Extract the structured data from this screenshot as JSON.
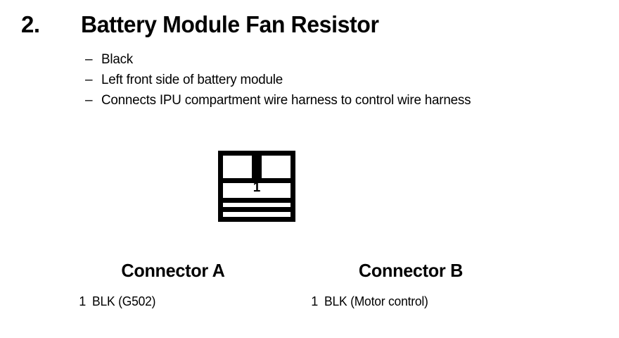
{
  "item": {
    "number": "2.",
    "title": "Battery Module Fan Resistor"
  },
  "bullets": [
    {
      "dash": "–",
      "text": "Black"
    },
    {
      "dash": "–",
      "text": "Left front side of battery module"
    },
    {
      "dash": "–",
      "text": "Connects IPU compartment wire harness to control wire harness"
    }
  ],
  "symbol": {
    "name": "connector-pinout-symbol",
    "pin_number": "1"
  },
  "connectors": [
    {
      "heading": "Connector A",
      "pins": [
        {
          "no": "1",
          "desc": "BLK (G502)"
        }
      ]
    },
    {
      "heading": "Connector B",
      "pins": [
        {
          "no": "1",
          "desc": "BLK (Motor control)"
        }
      ]
    }
  ],
  "colors": {
    "ink": "#000000",
    "paper": "#ffffff"
  }
}
